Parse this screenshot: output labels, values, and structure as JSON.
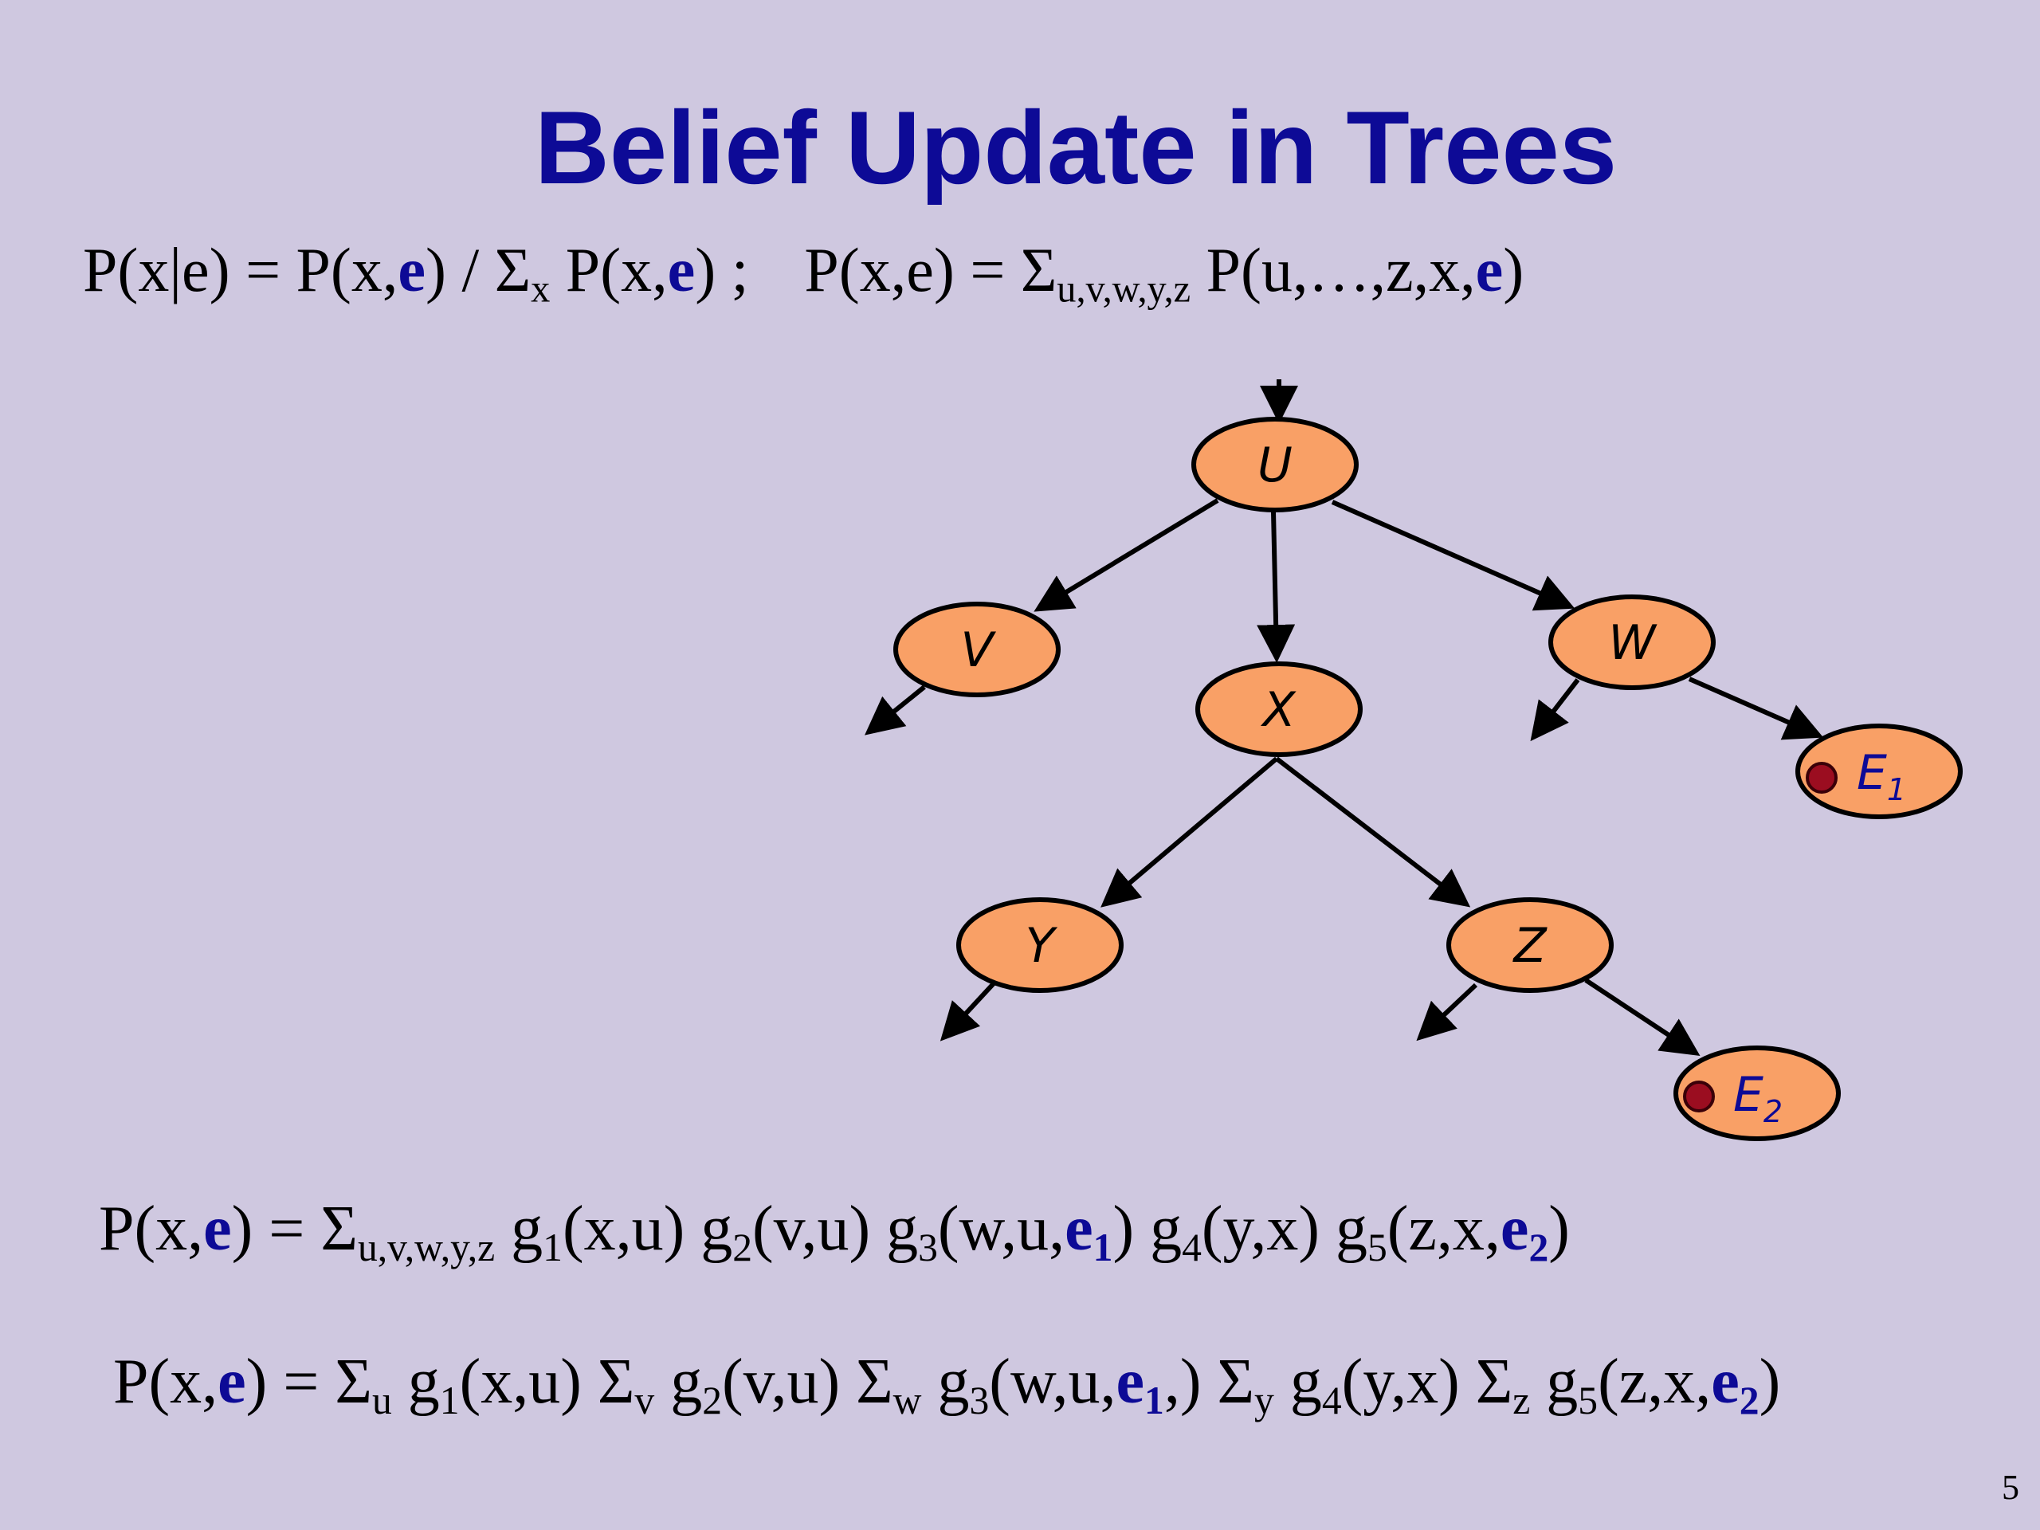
{
  "slide": {
    "title": "Belief Update in Trees",
    "page_number": "5",
    "colors": {
      "background": "#cfc8e0",
      "title": "#0d0a96",
      "evidence": "#0d0a96",
      "node_fill": "#f9a066",
      "evidence_dot": "#9b0d20"
    }
  },
  "formulas": {
    "top": {
      "a1": "P(x|e) = P(x,",
      "e1": "e",
      "a2": ") / Σ",
      "s1": "x",
      "a3": " P(x,",
      "e2": "e",
      "a4": ") ;",
      "b1": "P(x,e) = Σ",
      "s2": "u,v,w,y,z",
      "b2": " P(u,…,z,x,",
      "e3": "e",
      "b3": ")"
    },
    "mid": {
      "p1": "P(x,",
      "e1": "e",
      "p2": ") = Σ",
      "s1": "u,v,w,y,z",
      "p3": " g",
      "i1": "1",
      "p4": "(x,u) g",
      "i2": "2",
      "p5": "(v,u) g",
      "i3": "3",
      "p6": "(w,u,",
      "e2": "e",
      "ei2": "1",
      "p7": ") g",
      "i4": "4",
      "p8": "(y,x) g",
      "i5": "5",
      "p9": "(z,x,",
      "e3": "e",
      "ei3": "2",
      "p10": ")"
    },
    "bot": {
      "p1": "P(x,",
      "e1": "e",
      "p2": ") = Σ",
      "s1": "u",
      "p3": " g",
      "i1": "1",
      "p4": "(x,u) Σ",
      "s2": "v",
      "p5": " g",
      "i2": "2",
      "p6": "(v,u) Σ",
      "s3": "w",
      "p7": " g",
      "i3": "3",
      "p8": "(w,u,",
      "e2": "e",
      "ei2": "1",
      "p9": ",) Σ",
      "s4": "y",
      "p10": " g",
      "i4": "4",
      "p11": "(y,x) Σ",
      "s5": "z",
      "p12": " g",
      "i5": "5",
      "p13": "(z,x,",
      "e3": "e",
      "ei3": "2",
      "p14": ")"
    }
  },
  "tree": {
    "nodes": {
      "u": "U",
      "v": "V",
      "x": "X",
      "w": "W",
      "e1": "E",
      "e1_sub": "1",
      "y": "Y",
      "z": "Z",
      "e2": "E",
      "e2_sub": "2"
    }
  }
}
